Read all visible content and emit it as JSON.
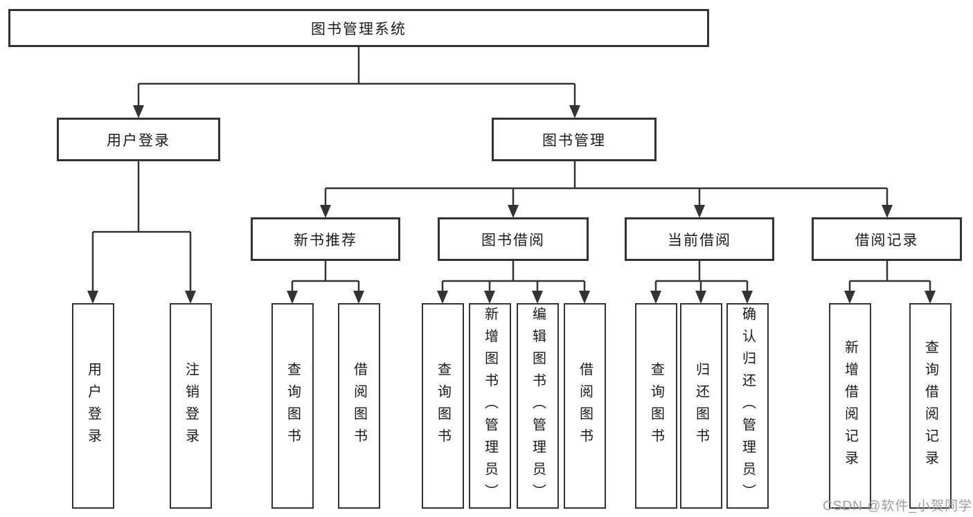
{
  "tree": {
    "label": "图书管理系统",
    "children": [
      {
        "label": "用户登录",
        "children": [
          "用户登录",
          "注销登录"
        ]
      },
      {
        "label": "图书管理",
        "children": [
          {
            "label": "新书推荐",
            "children": [
              "查询图书",
              "借阅图书"
            ]
          },
          {
            "label": "图书借阅",
            "children": [
              "查询图书",
              "新增图书（管理员）",
              "编辑图书（管理员）",
              "借阅图书"
            ]
          },
          {
            "label": "当前借阅",
            "children": [
              "查询图书",
              "归还图书",
              "确认归还（管理员）"
            ]
          },
          {
            "label": "借阅记录",
            "children": [
              "新增借阅记录",
              "查询借阅记录"
            ]
          }
        ]
      }
    ]
  },
  "watermark": "CSDN @软件_小贺同学",
  "colors": {
    "line": "#333333",
    "text": "#1a1a1a",
    "background": "#ffffff",
    "watermark": "#9c9c9c"
  }
}
